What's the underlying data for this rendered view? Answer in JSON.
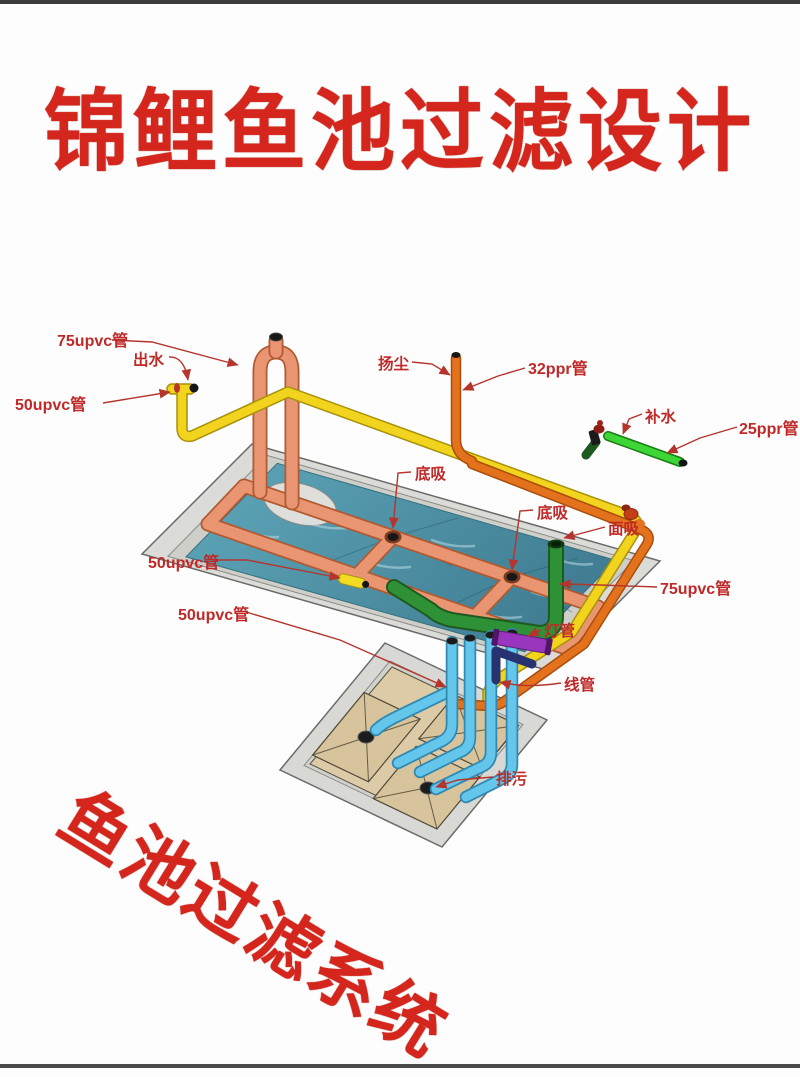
{
  "page": {
    "title": "锦鲤鱼池过滤设计",
    "footer": "鱼池过滤系统"
  },
  "labels": {
    "pipe75_topleft": "75upvc管",
    "outlet": "出水",
    "pipe50_topleft": "50upvc管",
    "vent": "扬尘",
    "pipe32": "32ppr管",
    "refill": "补水",
    "pipe25": "25ppr管",
    "bottom_drain_1": "底吸",
    "bottom_drain_2": "底吸",
    "skimmer": "面吸",
    "pipe75_right": "75upvc管",
    "pipe50_jet": "50upvc管",
    "pipe50_lower": "50upvc管",
    "uv_lamp": "灯管",
    "conduit": "线管",
    "waste": "排污"
  },
  "colors": {
    "title_red": "#d4261c",
    "label_red": "#bf2a28",
    "pipe_salmon_75upvc": "#ea9571",
    "pipe_yellow_50upvc": "#f2d41f",
    "pipe_orange_32ppr": "#e4711c",
    "pipe_green_75upvc": "#2f9135",
    "pipe_green_25ppr": "#3ed636",
    "pipe_cyan_50upvc": "#64c6ea",
    "uv_lamp_purple": "#9a36bd",
    "conduit_navy": "#273370",
    "water_teal": "#4f94a9"
  }
}
